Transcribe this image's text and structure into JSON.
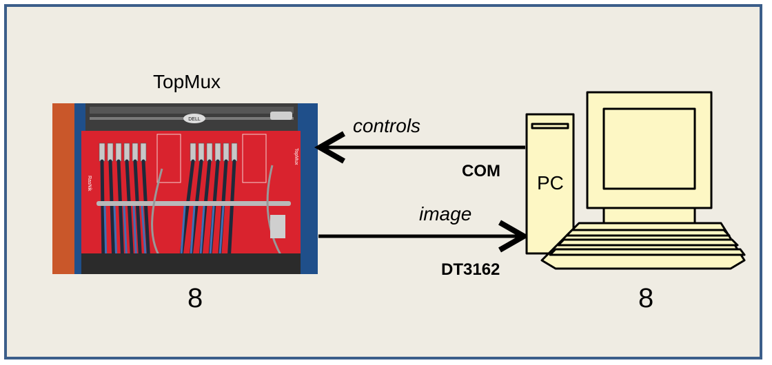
{
  "diagram": {
    "device_title": "TopMux",
    "device_count": "8",
    "controls_label": "controls",
    "com_label": "COM",
    "image_label": "image",
    "dt_label": "DT3162",
    "pc_label": "PC",
    "pc_count": "8",
    "photo_labels": {
      "brand": "DELL",
      "left_panel": "RasNik",
      "right_panel": "TopMux"
    }
  },
  "colors": {
    "background": "#efece3",
    "frame": "#3b5e8a",
    "panel_red": "#d9232e",
    "computer_fill": "#fdf7c4",
    "arrow": "#000000"
  },
  "icons": [
    "topmux-photo",
    "computer-icon",
    "arrow-left-icon",
    "arrow-right-icon"
  ]
}
